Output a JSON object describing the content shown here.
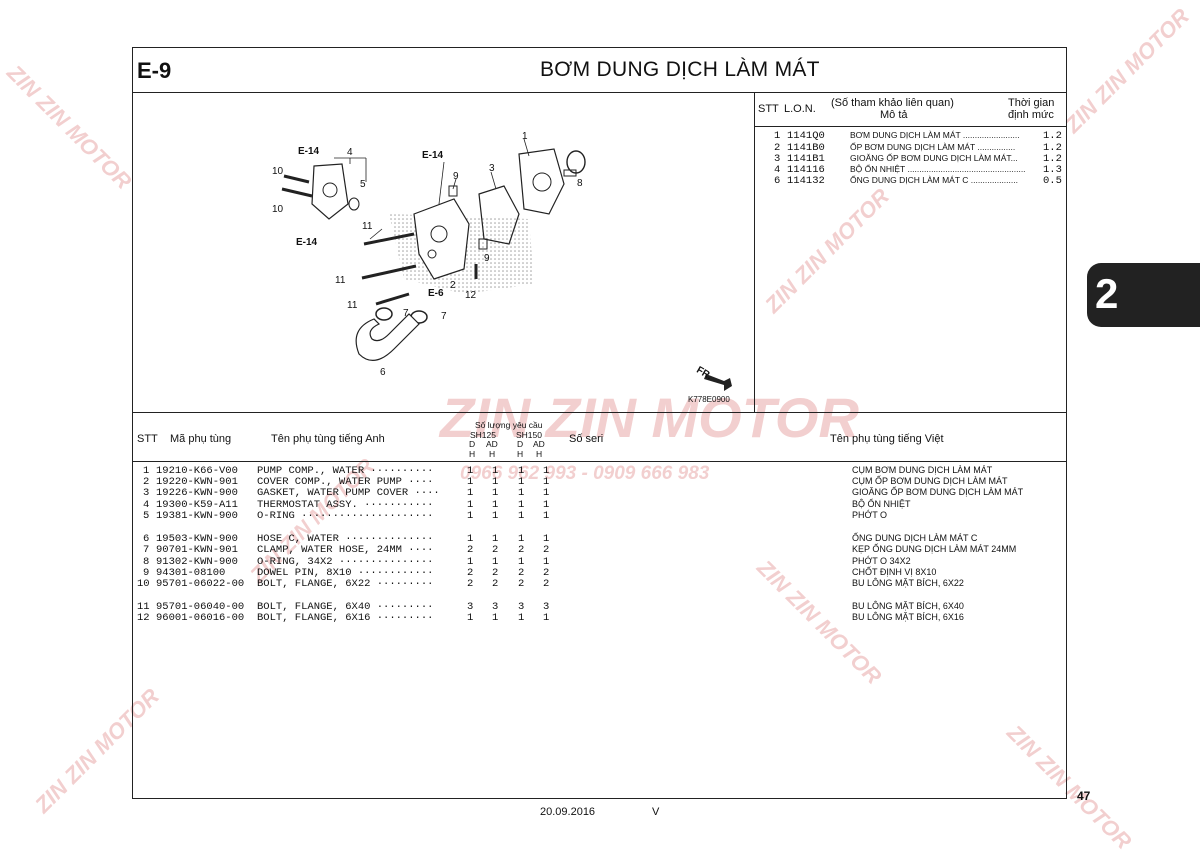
{
  "header": {
    "section_code": "E-9",
    "title": "BƠM DUNG DỊCH LÀM MÁT"
  },
  "lon_table": {
    "headers": {
      "stt": "STT",
      "lon": "L.O.N.",
      "ref": "(Số tham khảo liên quan)",
      "desc": "Mô tả",
      "time1": "Thời gian",
      "time2": "định mức"
    },
    "rows": [
      {
        "stt": "1",
        "lon": "1141Q0",
        "desc": "BƠM DUNG DỊCH LÀM MÁT ........................",
        "time": "1.2"
      },
      {
        "stt": "2",
        "lon": "1141B0",
        "desc": "ỐP BƠM DUNG DỊCH LÀM MÁT ................",
        "time": "1.2"
      },
      {
        "stt": "3",
        "lon": "1141B1",
        "desc": "GIOĂNG ỐP BƠM DUNG DỊCH LÀM MÁT...",
        "time": "1.2"
      },
      {
        "stt": "4",
        "lon": "114116",
        "desc": "BỘ ỔN NHIỆT ..................................................",
        "time": "1.3"
      },
      {
        "stt": "6",
        "lon": "114132",
        "desc": "ỐNG DUNG DỊCH LÀM MÁT C ....................",
        "time": "0.5"
      }
    ]
  },
  "diagram": {
    "ref_code": "K778E0900",
    "fr_label": "FR.",
    "callouts": {
      "e14_a": "E-14",
      "e14_b": "E-14",
      "e14_c": "E-14",
      "e6": "E-6",
      "n1": "1",
      "n2": "2",
      "n3": "3",
      "n4": "4",
      "n5": "5",
      "n6": "6",
      "n7a": "7",
      "n7b": "7",
      "n8": "8",
      "n9a": "9",
      "n9b": "9",
      "n10a": "10",
      "n10b": "10",
      "n11a": "11",
      "n11b": "11",
      "n11c": "11",
      "n12": "12"
    }
  },
  "parts_table": {
    "headers": {
      "stt": "STT",
      "part_no": "Mã phụ tùng",
      "name_en": "Tên phụ tùng tiếng Anh",
      "qty_title": "Số lượng yêu cầu",
      "model1": "SH125",
      "model2": "SH150",
      "sub1": "D",
      "sub2": "AD",
      "sub3": "D",
      "sub4": "AD",
      "h1": "H",
      "h2": "H",
      "h3": "H",
      "h4": "H",
      "serial": "Số seri",
      "name_vi": "Tên phụ tùng tiếng Việt"
    },
    "rows": [
      {
        "stt": "1",
        "part_no": "19210-K66-V00",
        "name_en": "PUMP COMP., WATER ··········",
        "q1": "1",
        "q2": "1",
        "q3": "1",
        "q4": "1",
        "name_vi": "CỤM BƠM DUNG DỊCH LÀM MÁT"
      },
      {
        "stt": "2",
        "part_no": "19220-KWN-901",
        "name_en": "COVER COMP., WATER PUMP ····",
        "q1": "1",
        "q2": "1",
        "q3": "1",
        "q4": "1",
        "name_vi": "CỤM ỐP BƠM DUNG DỊCH LÀM MÁT"
      },
      {
        "stt": "3",
        "part_no": "19226-KWN-900",
        "name_en": "GASKET, WATER PUMP COVER ····",
        "q1": "1",
        "q2": "1",
        "q3": "1",
        "q4": "1",
        "name_vi": "GIOĂNG ỐP BƠM DUNG DỊCH LÀM MÁT"
      },
      {
        "stt": "4",
        "part_no": "19300-K59-A11",
        "name_en": "THERMOSTAT ASSY. ···········",
        "q1": "1",
        "q2": "1",
        "q3": "1",
        "q4": "1",
        "name_vi": "BỘ ỔN NHIỆT"
      },
      {
        "stt": "5",
        "part_no": "19381-KWN-900",
        "name_en": "O-RING ·····················",
        "q1": "1",
        "q2": "1",
        "q3": "1",
        "q4": "1",
        "name_vi": "PHỚT O"
      },
      {
        "stt": "6",
        "part_no": "19503-KWN-900",
        "name_en": "HOSE C, WATER ··············",
        "q1": "1",
        "q2": "1",
        "q3": "1",
        "q4": "1",
        "name_vi": "ỐNG DUNG DỊCH LÀM MÁT C"
      },
      {
        "stt": "7",
        "part_no": "90701-KWN-901",
        "name_en": "CLAMP, WATER HOSE, 24MM ····",
        "q1": "2",
        "q2": "2",
        "q3": "2",
        "q4": "2",
        "name_vi": "KẸP ỐNG DUNG DỊCH LÀM MÁT 24MM"
      },
      {
        "stt": "8",
        "part_no": "91302-KWN-900",
        "name_en": "O-RING, 34X2 ···············",
        "q1": "1",
        "q2": "1",
        "q3": "1",
        "q4": "1",
        "name_vi": "PHỚT O 34X2"
      },
      {
        "stt": "9",
        "part_no": "94301-08100",
        "name_en": "DOWEL PIN, 8X10 ············",
        "q1": "2",
        "q2": "2",
        "q3": "2",
        "q4": "2",
        "name_vi": "CHỐT ĐỊNH VỊ 8X10"
      },
      {
        "stt": "10",
        "part_no": "95701-06022-00",
        "name_en": "BOLT, FLANGE, 6X22 ·········",
        "q1": "2",
        "q2": "2",
        "q3": "2",
        "q4": "2",
        "name_vi": "BU LÔNG MẶT BÍCH, 6X22"
      },
      {
        "stt": "11",
        "part_no": "95701-06040-00",
        "name_en": "BOLT, FLANGE, 6X40 ·········",
        "q1": "3",
        "q2": "3",
        "q3": "3",
        "q4": "3",
        "name_vi": "BU LÔNG MẶT BÍCH, 6X40"
      },
      {
        "stt": "12",
        "part_no": "96001-06016-00",
        "name_en": "BOLT, FLANGE, 6X16 ·········",
        "q1": "1",
        "q2": "1",
        "q3": "1",
        "q4": "1",
        "name_vi": "BU LÔNG MẶT BÍCH, 6X16"
      }
    ]
  },
  "side_tab": {
    "label": "2"
  },
  "footer": {
    "date": "20.09.2016",
    "version": "V",
    "page_number": "47"
  },
  "watermark": {
    "brand": "ZIN ZIN MOTOR",
    "phone": "0966 962 993 - 0909 666 983"
  },
  "colors": {
    "watermark": "#e9a8a8",
    "tab_bg": "#222222",
    "line": "#222222"
  }
}
